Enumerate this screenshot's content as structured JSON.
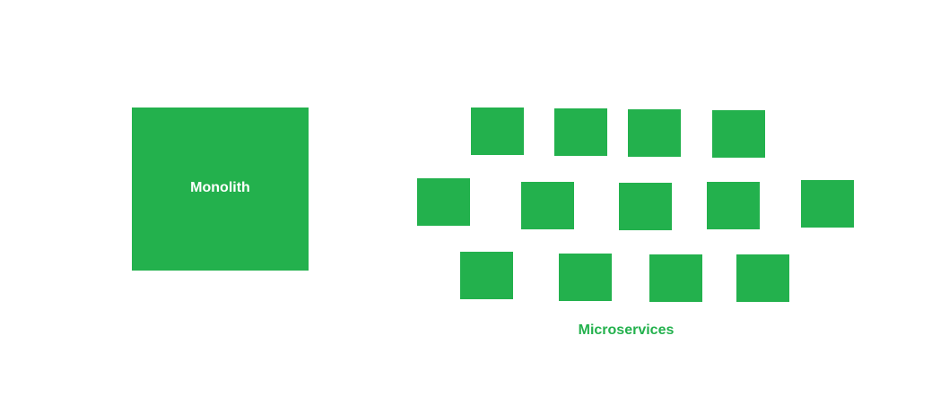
{
  "colors": {
    "block_fill": "#23b14d",
    "monolith_text": "#ffffff",
    "microservices_text": "#23b14d"
  },
  "monolith": {
    "label": "Monolith"
  },
  "microservices": {
    "label": "Microservices",
    "box_count": 13
  }
}
